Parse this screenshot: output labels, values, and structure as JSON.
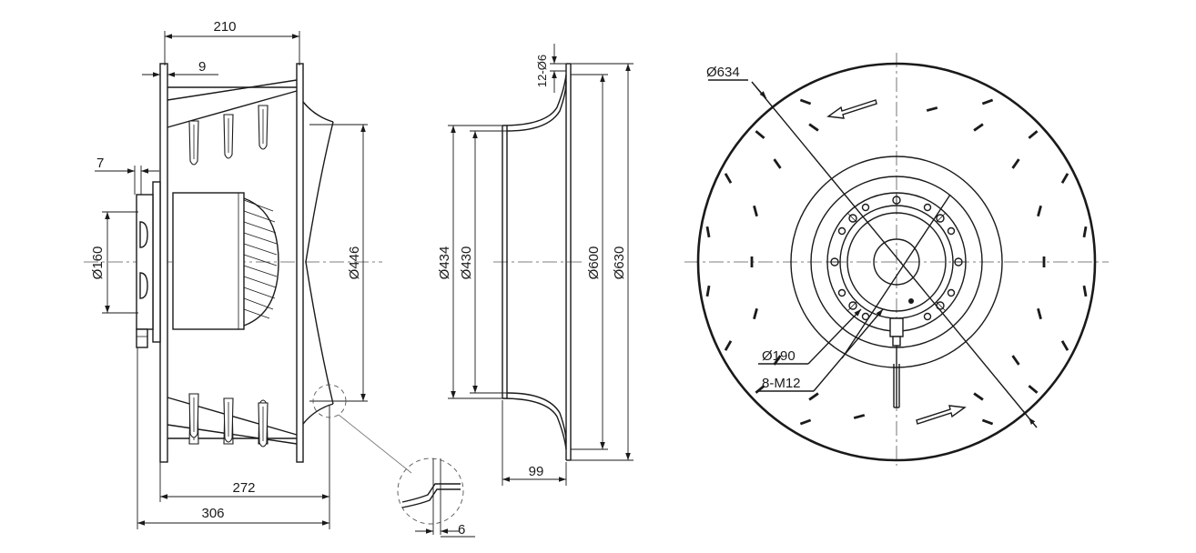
{
  "drawing": {
    "side_view": {
      "dim_width_top": "210",
      "dim_ring": "9",
      "dim_motor_offset": "7",
      "dim_shaft_dia": "Ø160",
      "dim_outlet_dia": "Ø446",
      "dim_bottom_inner": "272",
      "dim_bottom_overall": "306",
      "detail_dim": "6"
    },
    "inlet_ring": {
      "dim_flange": "12-Ø6",
      "dim_throat_outer": "Ø434",
      "dim_throat_inner": "Ø430",
      "dim_bolt_circle": "Ø600",
      "dim_flange_outer": "Ø630",
      "dim_depth": "99"
    },
    "front_view": {
      "dim_impeller_dia": "Ø634",
      "dim_hub_dia": "Ø190",
      "dim_bolts": "8-M12"
    }
  }
}
